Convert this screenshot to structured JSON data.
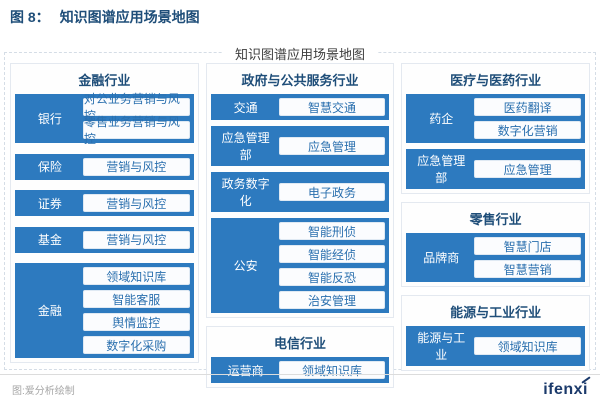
{
  "figure": {
    "caption_prefix": "图 8：",
    "caption_title": "知识图谱应用场景地图"
  },
  "diagram": {
    "title": "知识图谱应用场景地图",
    "columns": [
      {
        "sections": [
          {
            "header": "金融行业",
            "rows": [
              {
                "label": "银行",
                "apps": [
                  "对公业务营销与风控",
                  "零售业务营销与风控"
                ]
              },
              {
                "label": "保险",
                "apps": [
                  "营销与风控"
                ]
              },
              {
                "label": "证券",
                "apps": [
                  "营销与风控"
                ]
              },
              {
                "label": "基金",
                "apps": [
                  "营销与风控"
                ]
              },
              {
                "label": "金融",
                "apps": [
                  "领域知识库",
                  "智能客服",
                  "舆情监控",
                  "数字化采购"
                ]
              }
            ]
          }
        ]
      },
      {
        "sections": [
          {
            "header": "政府与公共服务行业",
            "rows": [
              {
                "label": "交通",
                "apps": [
                  "智慧交通"
                ]
              },
              {
                "label": "应急管理部",
                "apps": [
                  "应急管理"
                ]
              },
              {
                "label": "政务数字化",
                "apps": [
                  "电子政务"
                ]
              },
              {
                "label": "公安",
                "apps": [
                  "智能刑侦",
                  "智能经侦",
                  "智能反恐",
                  "治安管理"
                ]
              }
            ]
          },
          {
            "header": "电信行业",
            "rows": [
              {
                "label": "运营商",
                "apps": [
                  "领域知识库"
                ]
              }
            ]
          }
        ]
      },
      {
        "sections": [
          {
            "header": "医疗与医药行业",
            "rows": [
              {
                "label": "药企",
                "apps": [
                  "医药翻译",
                  "数字化营销"
                ]
              },
              {
                "label": "应急管理部",
                "apps": [
                  "应急管理"
                ]
              }
            ]
          },
          {
            "header": "零售行业",
            "rows": [
              {
                "label": "品牌商",
                "apps": [
                  "智慧门店",
                  "智慧营销"
                ]
              }
            ]
          },
          {
            "header": "能源与工业行业",
            "rows": [
              {
                "label": "能源与工业",
                "apps": [
                  "领域知识库"
                ]
              }
            ]
          }
        ]
      }
    ]
  },
  "footer": {
    "source": "图:爱分析绘制",
    "logo_text": "ifenxi"
  },
  "colors": {
    "accent_blue": "#2d7abf",
    "header_navy": "#1f4e79",
    "app_text_blue": "#2a6fae",
    "logo_navy": "#1b3a6b"
  }
}
